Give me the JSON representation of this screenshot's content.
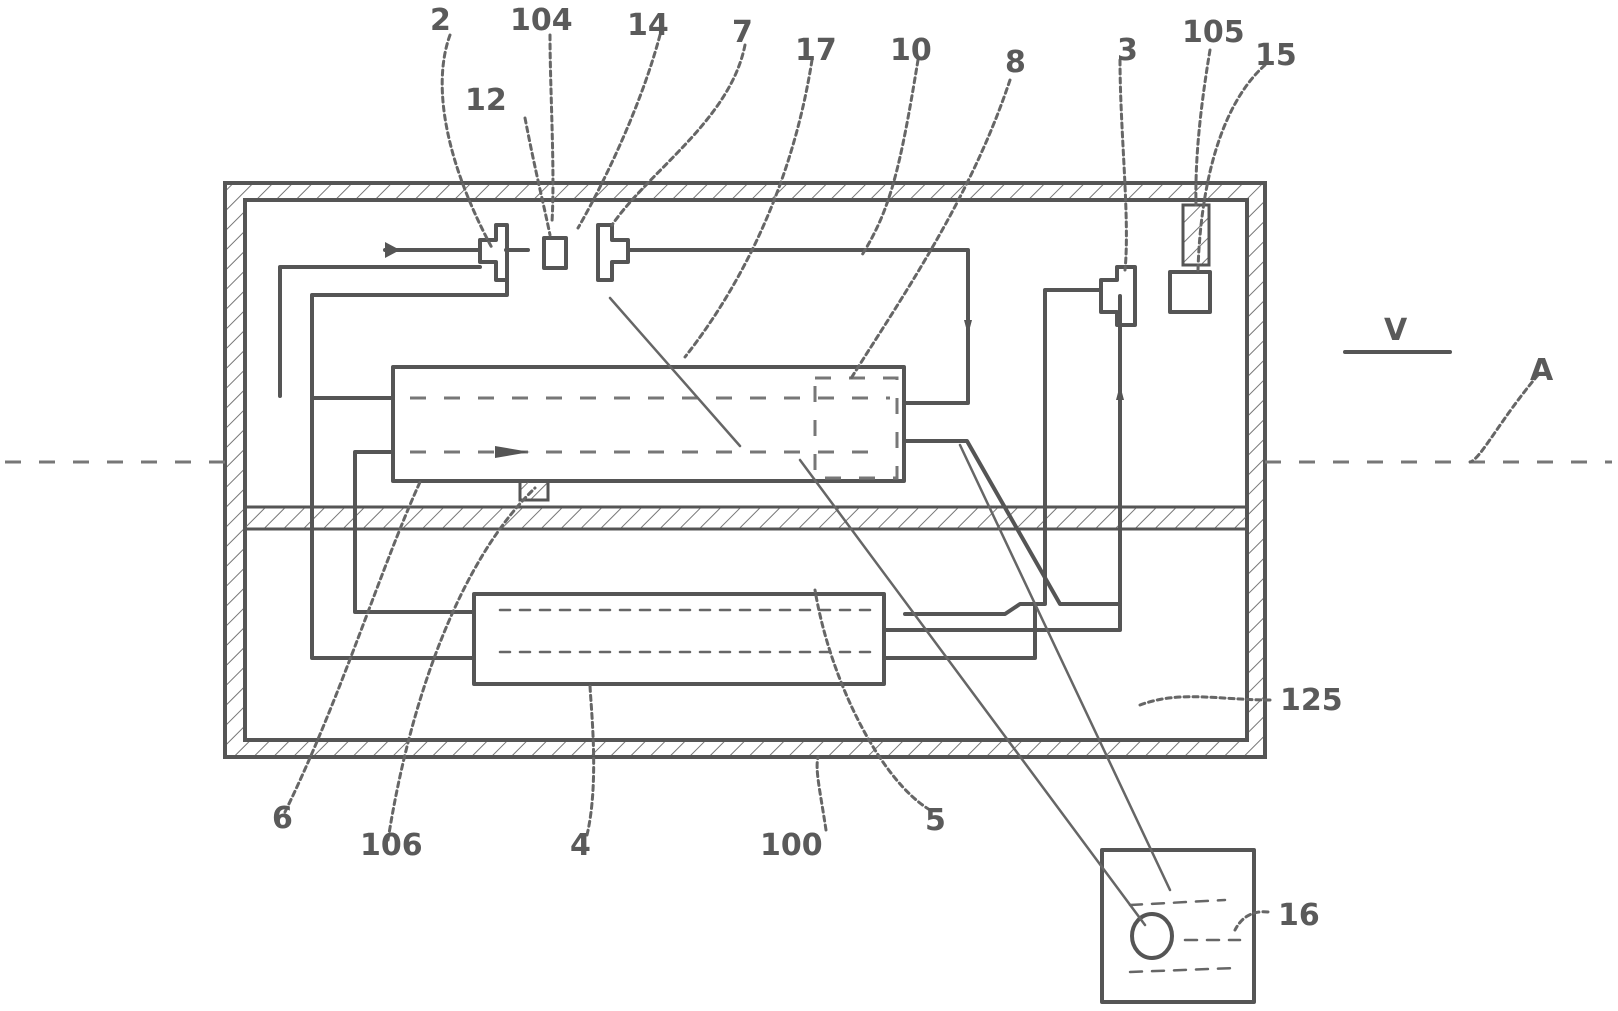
{
  "labels": {
    "l2": "2",
    "l104": "104",
    "l14": "14",
    "l7": "7",
    "l17": "17",
    "l10": "10",
    "l8": "8",
    "l3": "3",
    "l105": "105",
    "l15": "15",
    "l12": "12",
    "lV": "V",
    "lA": "A",
    "l125": "125",
    "l16": "16",
    "l5": "5",
    "l100": "100",
    "l4": "4",
    "l106": "106",
    "l6": "6"
  },
  "colors": {
    "line": "#555555",
    "hatch": "#777777",
    "background": "#ffffff"
  }
}
